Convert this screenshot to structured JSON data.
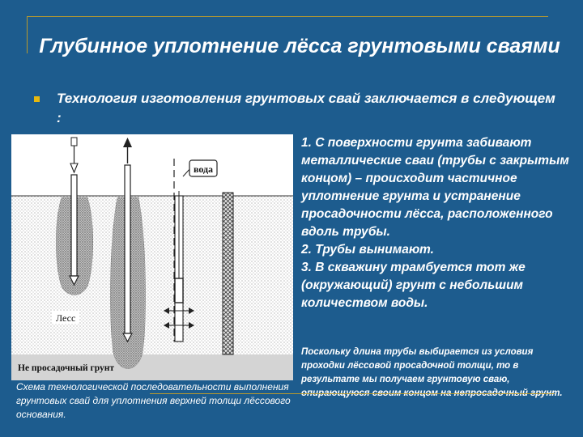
{
  "slide": {
    "title": "Глубинное уплотнение лёсса грунтовыми сваями",
    "bullet": "Технология изготовления грунтовых свай заключается в следующем :",
    "steps": [
      "1. С поверхности грунта забивают металлические сваи (трубы с закрытым концом) – происходит частичное уплотнение грунта и устранение просадочности лёсса, расположенного вдоль трубы.",
      "2. Трубы вынимают.",
      "3. В скважину трамбуется тот же (окружающий) грунт с небольшим количеством воды."
    ],
    "note": "Поскольку длина трубы выбирается из условия проходки лёссовой просадочной толщи, то в результате мы получаем грунтовую сваю, опирающуюся своим концом на непросадочный грунт.",
    "caption": "Схема технологической последовательности выполнения грунтовых свай для уплотнения верхней толщи лёссового основания."
  },
  "diagram": {
    "label_loess": "Лесс",
    "label_water": "вода",
    "label_base": "Не просадочный грунт"
  },
  "colors": {
    "background": "#1d5c8e",
    "accent_line": "#b89a2e",
    "bullet_marker": "#e7b80e",
    "text": "#ffffff"
  }
}
